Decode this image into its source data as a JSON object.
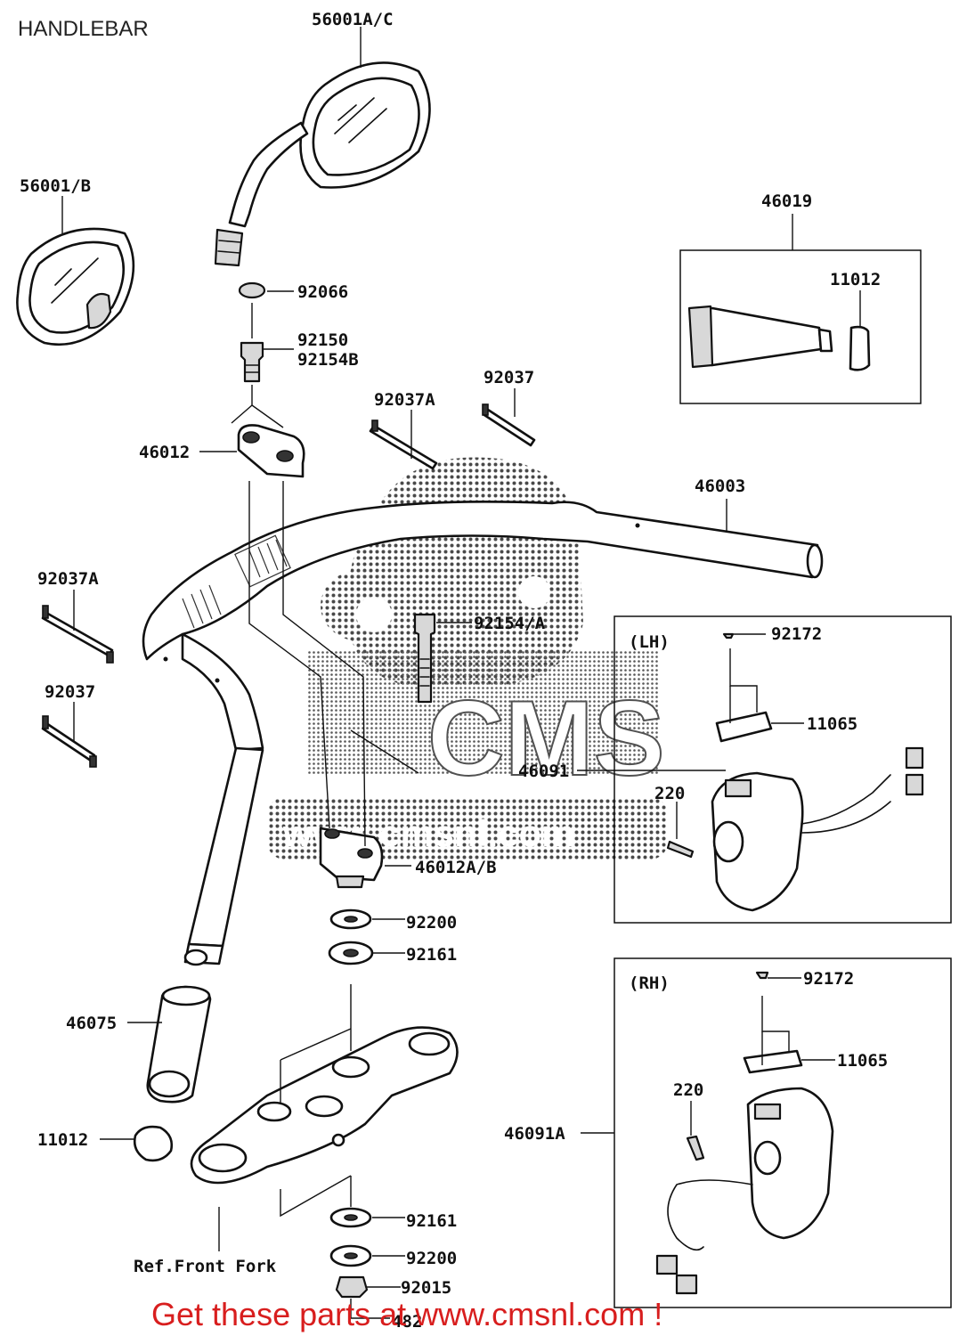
{
  "title": "HANDLEBAR",
  "footer": "Get these parts at www.cmsnl.com !",
  "watermark": {
    "big": "CMS",
    "small": "www.cmsnl.com"
  },
  "groups": {
    "lh": "(LH)",
    "rh": "(RH)"
  },
  "parts": {
    "mirror_right": "56001A/C",
    "mirror_left": "56001/B",
    "cap": "92066",
    "bolt_a": "92150",
    "bolt_b": "92154B",
    "holder_upper": "46012",
    "bracket_a": "92037A",
    "bracket": "92037",
    "bracket_a_2": "92037A",
    "bracket_2": "92037",
    "handlebar": "46003",
    "bolt_main": "92154/A",
    "holder_lower": "46012A/B",
    "washer_1": "92200",
    "washer_2": "92161",
    "grip_left": "46075",
    "end_left": "11012",
    "ref_fork": "Ref.Front Fork",
    "washer_3": "92161",
    "washer_4": "92200",
    "nut": "92015",
    "part_482": "482",
    "grip_assy": "46019",
    "end_grip": "11012",
    "lh_screw": "92172",
    "lh_cover": "11065",
    "lh_switch": "46091",
    "lh_220": "220",
    "rh_screw": "92172",
    "rh_cover": "11065",
    "rh_220": "220",
    "rh_switch": "46091A"
  },
  "colors": {
    "footer": "#d81e1e",
    "ink": "#111111",
    "watermark": "#333333"
  }
}
